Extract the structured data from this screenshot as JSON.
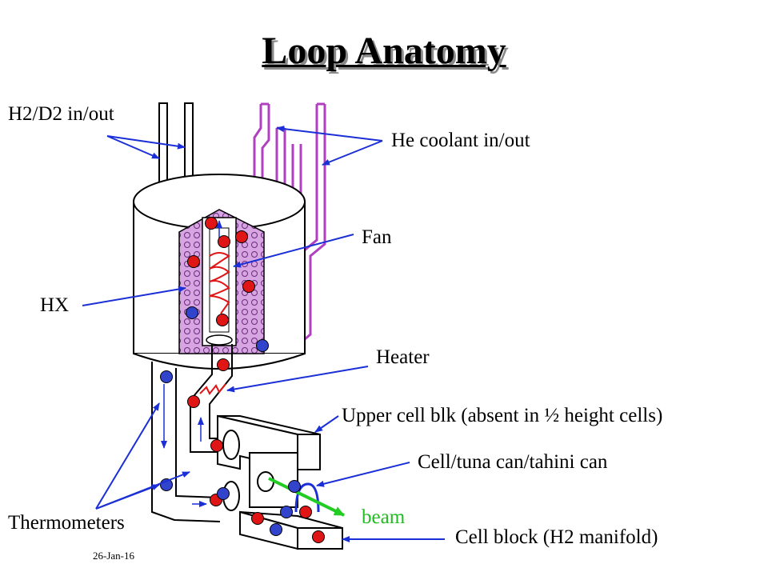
{
  "title": "Loop Anatomy",
  "labels": {
    "h2d2": "H2/D2 in/out",
    "he_coolant": "He coolant in/out",
    "fan": "Fan",
    "hx": "HX",
    "heater": "Heater",
    "upper_cell": "Upper cell blk (absent in ½ height cells)",
    "cell_can": "Cell/tuna can/tahini can",
    "beam": "beam",
    "thermometers": "Thermometers",
    "cell_block": "Cell block (H2 manifold)"
  },
  "footer": {
    "date": "26-Jan-16"
  },
  "colors": {
    "arrow": "#1a2fd6",
    "he_pipe": "#b040c0",
    "hx_fill": "#d7a6e2",
    "thermometer_red": "#e01515",
    "thermometer_blue": "#3344cc",
    "beam": "#22cc22"
  }
}
